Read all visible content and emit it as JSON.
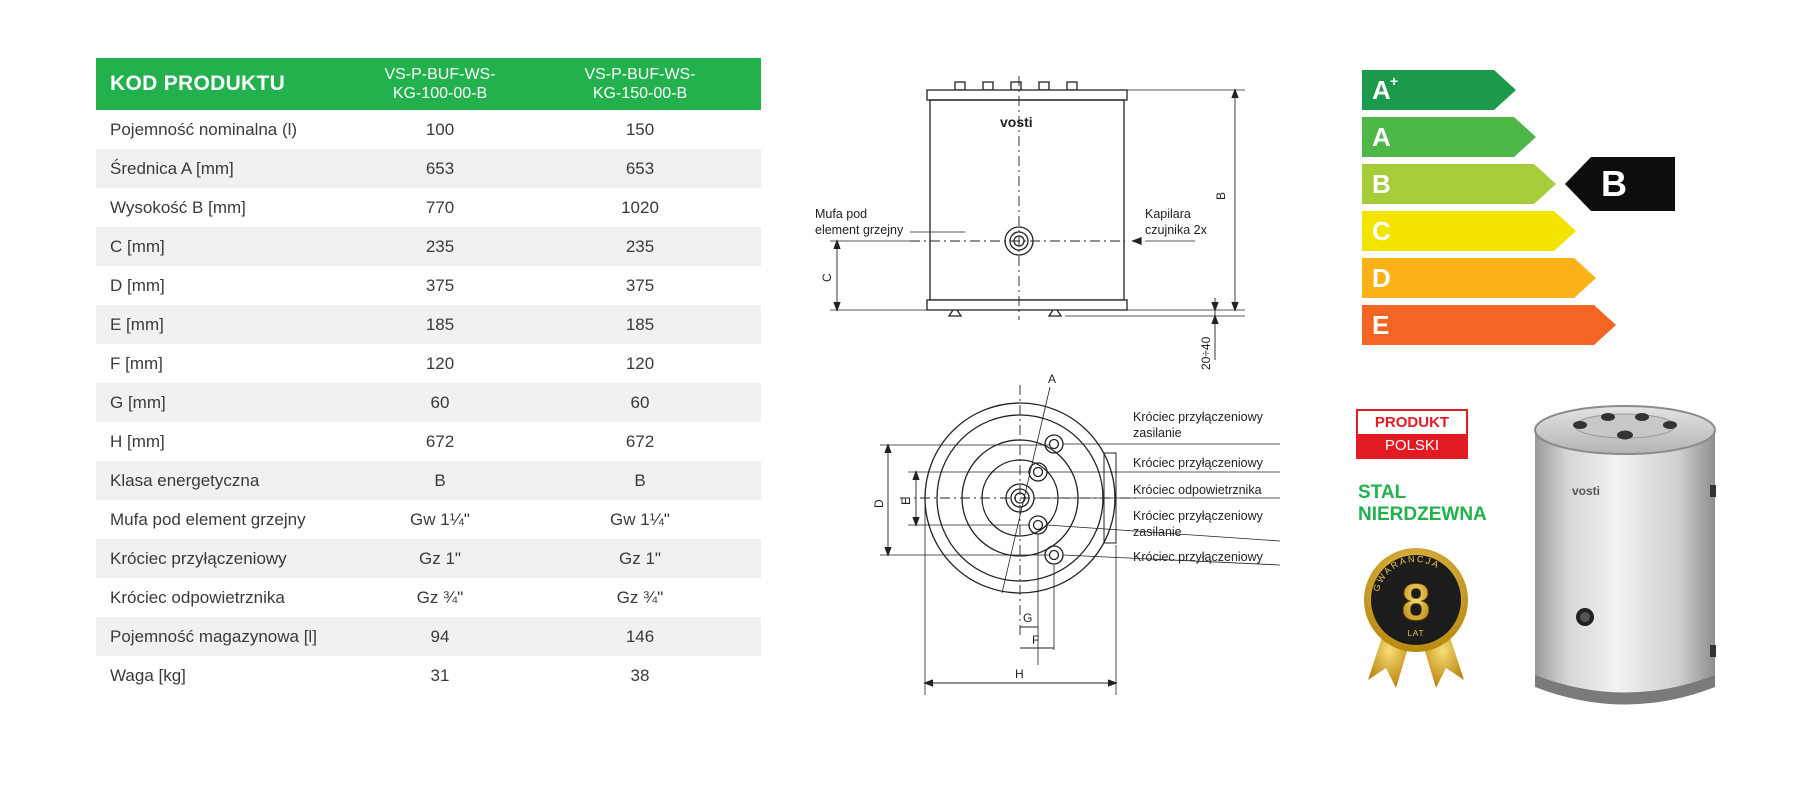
{
  "table": {
    "header": {
      "code_label": "KOD PRODUKTU",
      "model_1": [
        "VS-P-BUF-WS-",
        "KG-100-00-B"
      ],
      "model_2": [
        "VS-P-BUF-WS-",
        "KG-150-00-B"
      ]
    },
    "rows": [
      {
        "label": "Pojemność nominalna (l)",
        "v1": "100",
        "v2": "150"
      },
      {
        "label": "Średnica A [mm]",
        "v1": "653",
        "v2": "653"
      },
      {
        "label": "Wysokość B [mm]",
        "v1": "770",
        "v2": "1020"
      },
      {
        "label": "C [mm]",
        "v1": "235",
        "v2": "235"
      },
      {
        "label": "D [mm]",
        "v1": "375",
        "v2": "375"
      },
      {
        "label": "E [mm]",
        "v1": "185",
        "v2": "185"
      },
      {
        "label": "F [mm]",
        "v1": "120",
        "v2": "120"
      },
      {
        "label": "G [mm]",
        "v1": "60",
        "v2": "60"
      },
      {
        "label": "H [mm]",
        "v1": "672",
        "v2": "672"
      },
      {
        "label": "Klasa energetyczna",
        "v1": "B",
        "v2": "B"
      },
      {
        "label": "Mufa pod element grzejny",
        "v1": "Gw 1¼\"",
        "v2": "Gw 1¼\""
      },
      {
        "label": "Króciec przyłączeniowy",
        "v1": "Gz 1\"",
        "v2": "Gz 1\""
      },
      {
        "label": "Króciec odpowietrznika",
        "v1": "Gz ¾\"",
        "v2": "Gz ¾\""
      },
      {
        "label": "Pojemność magazynowa [l]",
        "v1": "94",
        "v2": "146"
      },
      {
        "label": "Waga [kg]",
        "v1": "31",
        "v2": "38"
      }
    ]
  },
  "side_view": {
    "brand": "vosti",
    "heater_label": [
      "Mufa pod",
      "element grzejny"
    ],
    "sensor_label": [
      "Kapilara",
      "czujnika 2x"
    ],
    "dim_b": "B",
    "dim_c": "C",
    "dim_feet": "20÷40"
  },
  "top_view": {
    "dim_a": "A",
    "dim_d": "D",
    "dim_e": "E",
    "dim_g": "G",
    "dim_f": "F",
    "dim_h": "H",
    "callouts": [
      [
        "Króciec przyłączeniowy",
        "zasilanie"
      ],
      [
        "Króciec przyłączeniowy"
      ],
      [
        "Króciec odpowietrznika"
      ],
      [
        "Króciec przyłączeniowy",
        "zasilanie"
      ],
      [
        "Króciec przyłączeniowy"
      ]
    ]
  },
  "energy": {
    "classes": [
      {
        "label": "A",
        "sup": "+",
        "color": "#1a9a4a"
      },
      {
        "label": "A",
        "sup": "",
        "color": "#4db848"
      },
      {
        "label": "B",
        "sup": "",
        "color": "#a6cd39"
      },
      {
        "label": "C",
        "sup": "",
        "color": "#f4e500"
      },
      {
        "label": "D",
        "sup": "",
        "color": "#fbb217"
      },
      {
        "label": "E",
        "sup": "",
        "color": "#f26522"
      }
    ],
    "current": "B"
  },
  "badge": {
    "top": "PRODUKT",
    "bottom": "POLSKI"
  },
  "steel": [
    "STAL",
    "NIERDZEWNA"
  ],
  "guarantee": {
    "ring": "GWARANCJA",
    "number": "8",
    "unit": "LAT"
  },
  "tank_brand": "vosti"
}
